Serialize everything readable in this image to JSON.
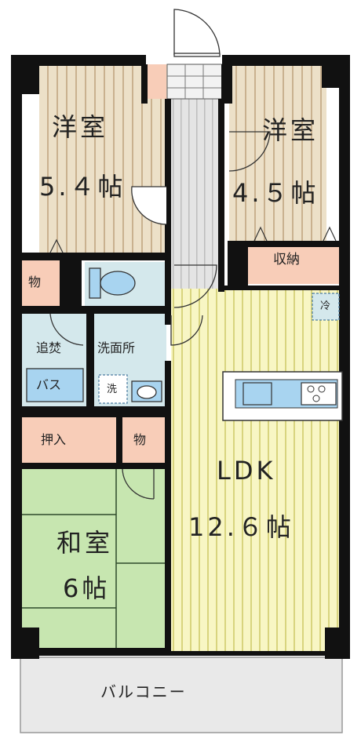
{
  "rooms": {
    "western_left": {
      "name": "洋室",
      "size": "5.４帖"
    },
    "western_right": {
      "name": "洋室",
      "size": "4.５帖"
    },
    "ldk": {
      "name": "LDK",
      "size": "12.６帖"
    },
    "japanese": {
      "name": "和室",
      "size": "6帖"
    }
  },
  "labels": {
    "storage_closet": "収納",
    "mono_upper": "物",
    "mono_lower": "物",
    "reheat": "追焚",
    "washroom": "洗面所",
    "bath": "バス",
    "washer": "洗",
    "oshiire": "押入",
    "fridge": "冷",
    "balcony": "バルコニー"
  },
  "colors": {
    "wood_floor": "#ece0c8",
    "wood_stripe": "#c9b18f",
    "ldk_floor": "#f8f6c4",
    "ldk_stripe": "#d8d47e",
    "tatami": "#c7e6b0",
    "storage": "#f8cdb8",
    "wet_area": "#d4e8ec",
    "bath_blue": "#a8d4f0",
    "balcony": "#e9e9e9",
    "hall": "#e2e2e2",
    "wall": "#111111"
  }
}
